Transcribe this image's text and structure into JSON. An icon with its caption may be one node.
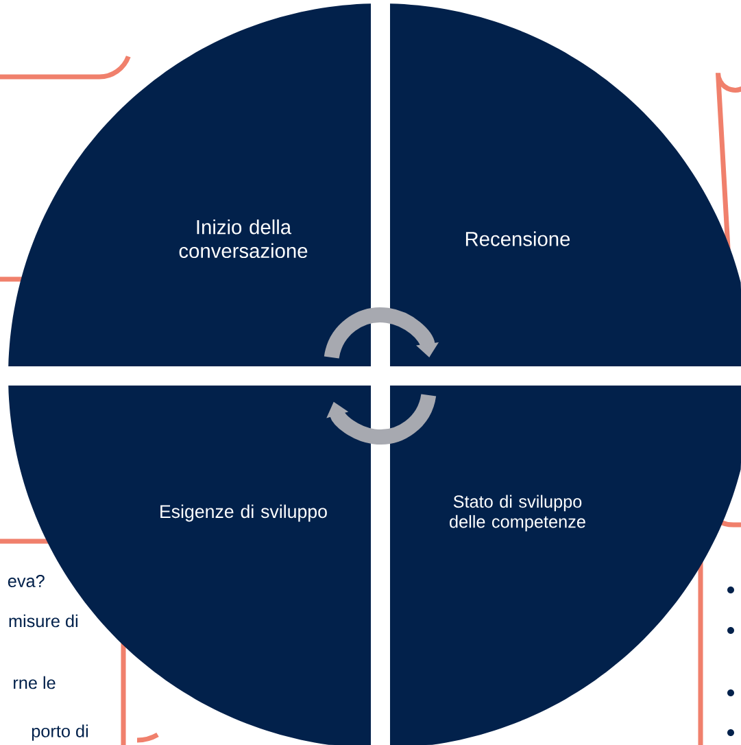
{
  "diagram": {
    "nodes": [
      {
        "text": [
          "Inizio della conversazione"
        ]
      },
      {
        "text": [
          "Recensione"
        ]
      },
      {
        "text": [
          "Esigenze di sviluppo"
        ]
      },
      {
        "text": [
          "Stato di sviluppo delle competenze"
        ]
      }
    ],
    "edges": [
      {
        "from": 0,
        "to": 1,
        "arrow": "to"
      },
      {
        "from": 3,
        "to": 2,
        "arrow": "to"
      }
    ],
    "labels": [
      "eva?",
      "misure di",
      "rne le",
      "porto di"
    ]
  }
}
